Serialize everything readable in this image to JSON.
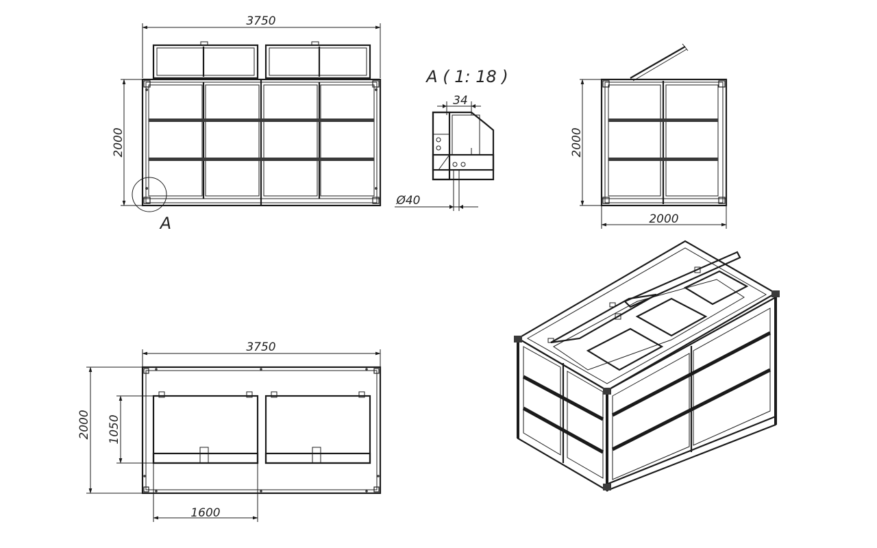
{
  "drawing": {
    "front_view": {
      "width_label": "3750",
      "height_label": "2000",
      "detail_marker": "A"
    },
    "detail_view": {
      "title": "A ( 1: 18 )",
      "size_label": "34",
      "diameter_label": "Ø40"
    },
    "side_view": {
      "height_label": "2000",
      "width_label": "2000"
    },
    "top_view": {
      "width_label": "3750",
      "height_label": "2000",
      "opening_height_label": "1050",
      "opening_width_label": "1600"
    },
    "isometric_view": {}
  }
}
